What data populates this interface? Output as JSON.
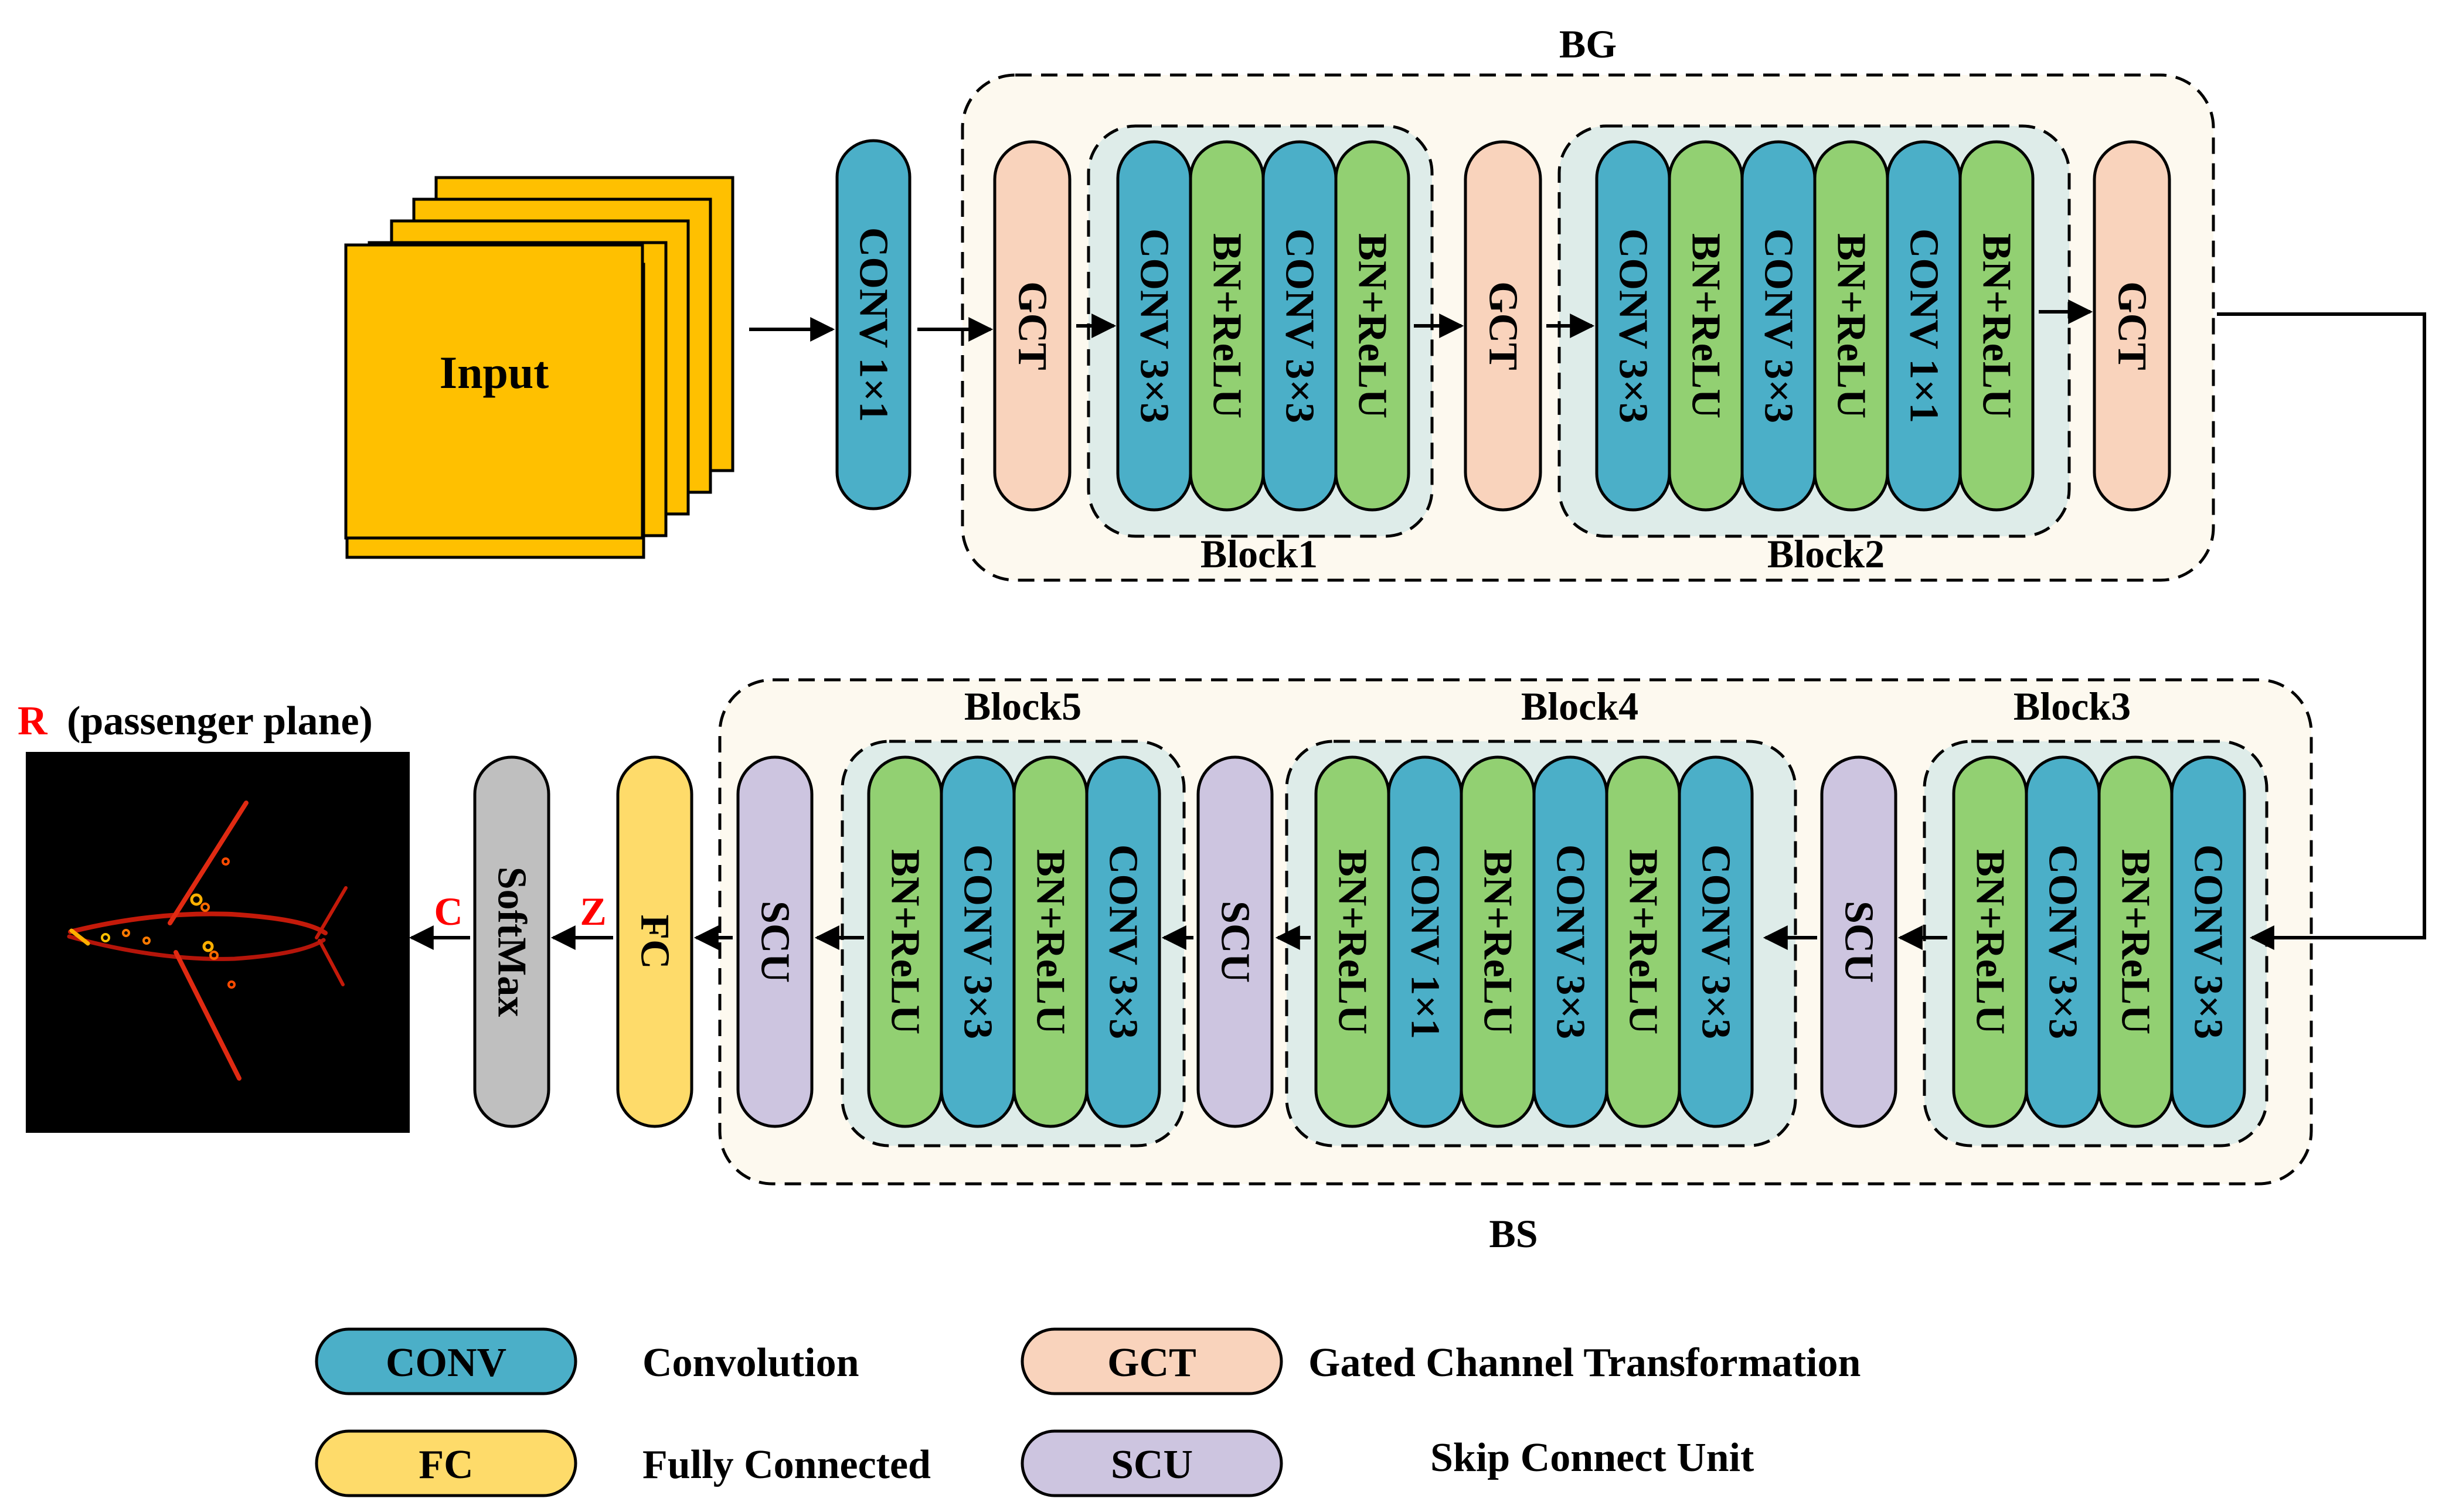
{
  "colors": {
    "conv": "#4BAFC8",
    "bn": "#92D072",
    "gct": "#F9D3BC",
    "scu": "#CDC5E0",
    "fc": "#FEDB6A",
    "softmax": "#BFBFBF",
    "input": "#FFC000",
    "group_bg": "#FDF9EF",
    "block_bg": "#DEECE9",
    "label_red": "#FF0000",
    "ink": "#000000"
  },
  "input": {
    "label": "Input"
  },
  "conv_first": {
    "label": "CONV 1×1"
  },
  "bg": {
    "title": "BG",
    "gct_labels": [
      "GCT",
      "GCT",
      "GCT"
    ],
    "block1": {
      "title": "Block1",
      "layers": [
        "CONV 3×3",
        "BN+ReLU",
        "CONV 3×3",
        "BN+ReLU"
      ]
    },
    "block2": {
      "title": "Block2",
      "layers": [
        "CONV 3×3",
        "BN+ReLU",
        "CONV 3×3",
        "BN+ReLU",
        "CONV 1×1",
        "BN+ReLU"
      ]
    }
  },
  "bs": {
    "title": "BS",
    "scu_labels": [
      "SCU",
      "SCU",
      "SCU"
    ],
    "block3": {
      "title": "Block3",
      "layers": [
        "BN+ReLU",
        "CONV 3×3",
        "BN+ReLU",
        "CONV 3×3"
      ]
    },
    "block4": {
      "title": "Block4",
      "layers": [
        "BN+ReLU",
        "CONV 1×1",
        "BN+ReLU",
        "CONV 3×3",
        "BN+ReLU",
        "CONV 3×3"
      ]
    },
    "block5": {
      "title": "Block5",
      "layers": [
        "BN+ReLU",
        "CONV 3×3",
        "BN+ReLU",
        "CONV 3×3"
      ]
    }
  },
  "fc": {
    "label": "FC"
  },
  "softmax": {
    "label": "SoftMax"
  },
  "signals": {
    "z": "Z",
    "c": "C"
  },
  "output": {
    "r": "R",
    "class_text": "(passenger plane)"
  },
  "legend": [
    {
      "key": "CONV",
      "desc": "Convolution",
      "color": "#4BAFC8"
    },
    {
      "key": "GCT",
      "desc": "Gated Channel Transformation",
      "color": "#F9D3BC"
    },
    {
      "key": "FC",
      "desc": "Fully Connected",
      "color": "#FEDB6A"
    },
    {
      "key": "SCU",
      "desc": "Skip Connect Unit",
      "color": "#CDC5E0"
    }
  ]
}
